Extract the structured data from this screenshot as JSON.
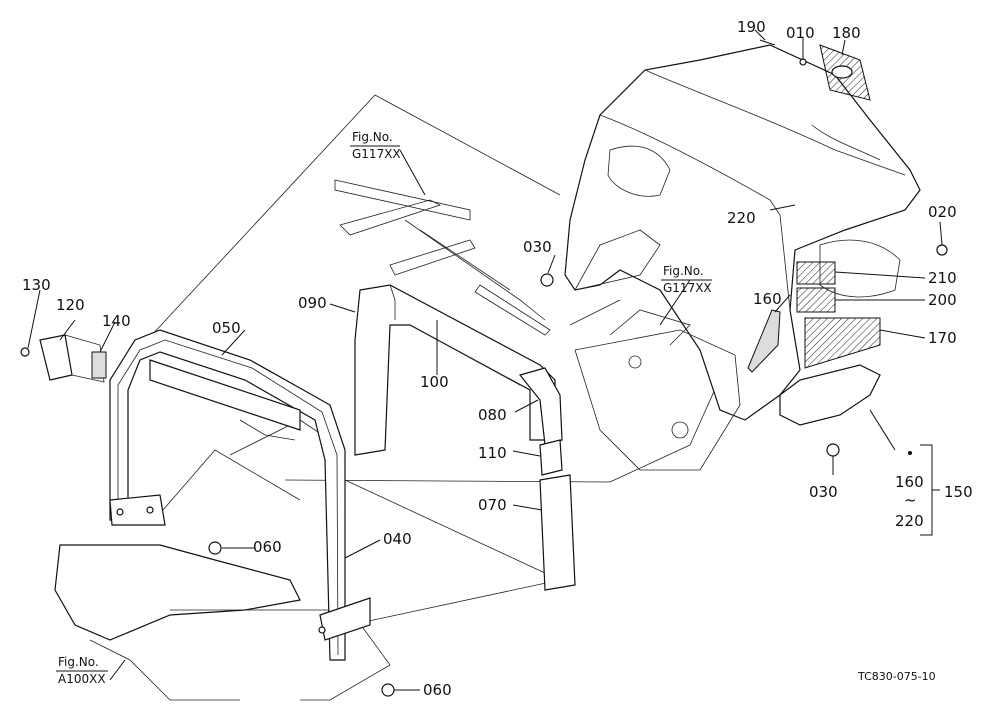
{
  "callouts": {
    "p010": "010",
    "p020": "020",
    "p030a": "030",
    "p030b": "030",
    "p040": "040",
    "p050": "050",
    "p060a": "060",
    "p060b": "060",
    "p070": "070",
    "p080": "080",
    "p090": "090",
    "p100": "100",
    "p110": "110",
    "p120": "120",
    "p130": "130",
    "p140": "140",
    "p150": "150",
    "p160a": "160",
    "p160b": "160",
    "p170": "170",
    "p180": "180",
    "p190": "190",
    "p200": "200",
    "p210": "210",
    "p220a": "220",
    "p220b": "220",
    "range_tilde": "~"
  },
  "refs": {
    "ref1_line1": "Fig.No.",
    "ref1_line2": "G117XX",
    "ref2_line1": "Fig.No.",
    "ref2_line2": "G117XX",
    "ref3_line1": "Fig.No.",
    "ref3_line2": "A100XX"
  },
  "drawing_code": "TC830-075-10"
}
